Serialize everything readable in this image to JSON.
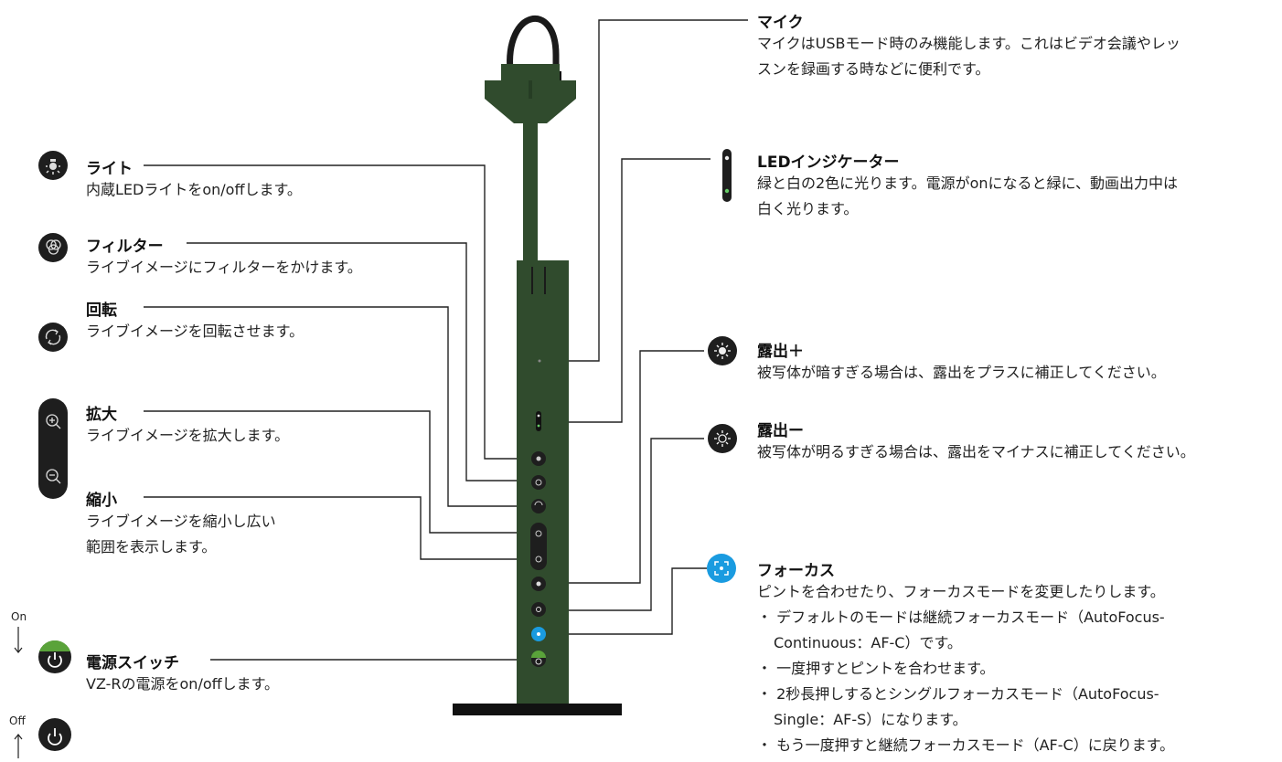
{
  "microphone": {
    "title": "マイク",
    "lines": [
      "マイクはUSBモード時のみ機能します。これはビデオ会議やレッ",
      "スンを録画する時などに便利です。"
    ],
    "icon": "microphone-icon"
  },
  "led": {
    "title": "LEDインジケーター",
    "lines": [
      "緑と白の2色に光ります。電源がonになると緑に、動画出力中は",
      "白く光ります。"
    ],
    "icon": "led-indicator-icon"
  },
  "light": {
    "title": "ライト",
    "desc": "内蔵LEDライトをon/offします。",
    "icon": "light-icon"
  },
  "filter": {
    "title": "フィルター",
    "desc": "ライブイメージにフィルターをかけます。",
    "icon": "filter-icon"
  },
  "rotate": {
    "title": "回転",
    "desc": "ライブイメージを回転させます。",
    "icon": "rotate-icon"
  },
  "zoom_in": {
    "title": "拡大",
    "desc": "ライブイメージを拡大します。",
    "icon": "zoom-in-icon"
  },
  "zoom_out": {
    "title": "縮小",
    "lines": [
      "ライブイメージを縮小し広い",
      "範囲を表示します。"
    ],
    "icon": "zoom-out-icon"
  },
  "power": {
    "title": "電源スイッチ",
    "desc": "VZ-Rの電源をon/offします。",
    "on_label": "On",
    "off_label": "Off",
    "icon": "power-icon"
  },
  "exposure_plus": {
    "title": "露出＋",
    "desc": "被写体が暗すぎる場合は、露出をプラスに補正してください。",
    "icon": "sun-plus-icon"
  },
  "exposure_minus": {
    "title": "露出ー",
    "desc": "被写体が明るすぎる場合は、露出をマイナスに補正してください。",
    "icon": "sun-minus-icon"
  },
  "focus": {
    "title": "フォーカス",
    "desc": "ピントを合わせたり、フォーカスモードを変更したりします。",
    "bullets": [
      "・ デフォルトのモードは継続フォーカスモード（AutoFocus-",
      "Continuous：AF-C）です。",
      "・ 一度押すとピントを合わせます。",
      "・ 2秒長押しするとシングルフォーカスモード（AutoFocus-",
      "Single：AF-S）になります。",
      "・ もう一度押すと継続フォーカスモード（AF-C）に戻ります。"
    ],
    "icon": "focus-icon"
  },
  "colors": {
    "body": "#304b2d",
    "icon_bg": "#1e1e1e",
    "focus_blue": "#1a9be0",
    "power_green": "#5aa33a",
    "line": "#222222"
  }
}
